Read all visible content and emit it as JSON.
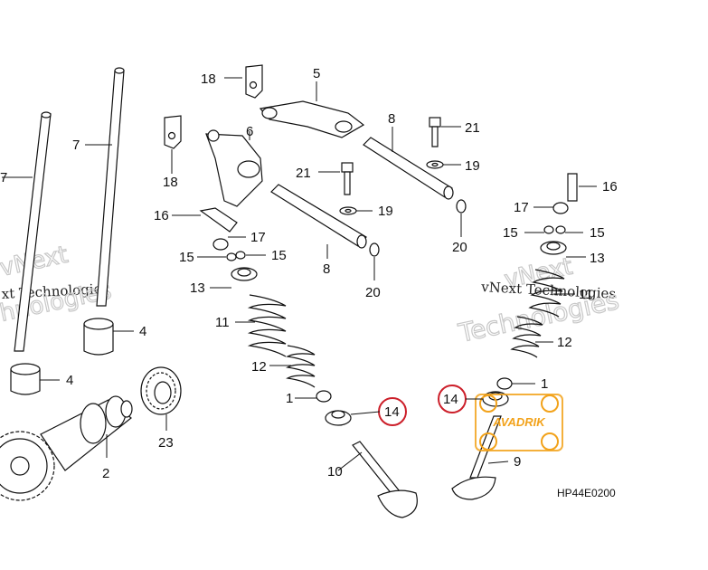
{
  "diagram_code": "HP44E0200",
  "callouts": {
    "c1a": "1",
    "c1b": "1",
    "c2": "2",
    "c4a": "4",
    "c4b": "4",
    "c5": "5",
    "c6": "6",
    "c7a": "7",
    "c7b": "7",
    "c8a": "8",
    "c8b": "8",
    "c9": "9",
    "c10": "10",
    "c11a": "11",
    "c11b": "11",
    "c12a": "12",
    "c12b": "12",
    "c13a": "13",
    "c13b": "13",
    "c14a": "14",
    "c14b": "14",
    "c15a": "15",
    "c15b": "15",
    "c15c": "15",
    "c15d": "15",
    "c16a": "16",
    "c16b": "16",
    "c17a": "17",
    "c17b": "17",
    "c18a": "18",
    "c18b": "18",
    "c19a": "19",
    "c19b": "19",
    "c20a": "20",
    "c20b": "20",
    "c21a": "21",
    "c21b": "21",
    "c23": "23"
  },
  "watermarks": {
    "w1_line1": "vNext",
    "w1_line2": "xt Technologies",
    "w1_line3": "hnologies",
    "w2_line1": "vNext",
    "w2_line2": "vNext Technologies",
    "w2_line3": "Technologies"
  },
  "logo_text": "AVADRIK",
  "highlight_color": "#cc1f2a",
  "logo_color": "#f2a21a"
}
